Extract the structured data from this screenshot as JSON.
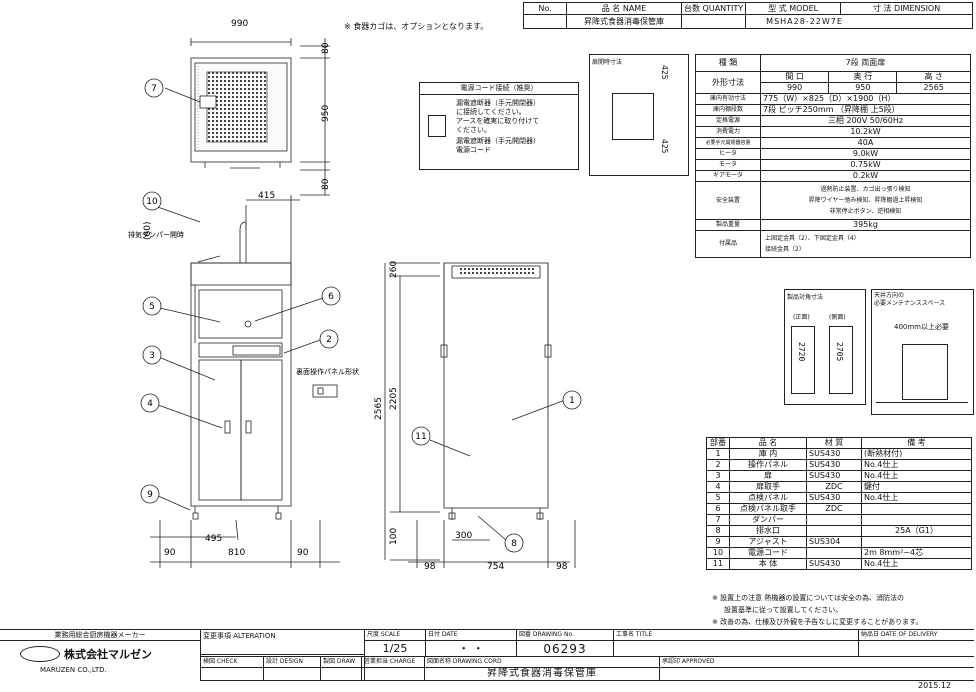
{
  "header": {
    "no_label": "No.",
    "name_label": "品 名 NAME",
    "qty_label": "台数 QUANTITY",
    "model_label": "型 式 MODEL",
    "dimension_label": "寸 法 DIMENSION",
    "product_name": "昇降式食器消毒保管庫",
    "model": "MSHA28-22W7E"
  },
  "option_note": "※ 食器カゴは、オプションとなります。",
  "dims": {
    "top_width": "990",
    "top_depth_a": "80",
    "top_depth_b": "950",
    "top_depth_c": "80",
    "duct_offset": "415",
    "duct_height": "(60)",
    "exhaust_label": "排気ダンパー開時",
    "front_left": "90",
    "front_mid": "810",
    "front_right": "90",
    "front_495": "495",
    "height_total": "2565",
    "height_body": "2205",
    "height_top": "260",
    "height_base": "100",
    "side_300": "300",
    "side_98a": "98",
    "side_754": "754",
    "side_98b": "98"
  },
  "callouts": [
    "7",
    "10",
    "5",
    "6",
    "2",
    "3",
    "4",
    "9",
    "1",
    "11",
    "8"
  ],
  "panel_label": "裏面操作パネル形状",
  "power_box": {
    "title": "電源コード接続（推奨）",
    "line1": "漏電遮断器（手元開閉器）",
    "line2": "に接続してください。",
    "line3": "アースを確実に取り付けて",
    "line4": "ください。",
    "label_breaker": "漏電遮断器（手元開閉器）",
    "label_cord": "電源コード"
  },
  "door_box": {
    "title": "扉開時寸法",
    "d1": "425",
    "d2": "425"
  },
  "spec": {
    "kind_label": "種 類",
    "kind_value": "7段 両面扉",
    "outer_label": "外形寸法",
    "col_w": "間 口",
    "col_d": "奥 行",
    "col_h": "高 さ",
    "val_w": "990",
    "val_d": "950",
    "val_h": "2565",
    "rows": [
      {
        "label": "庫内有効寸法",
        "value": "775（W）×825（D）×1900（H）"
      },
      {
        "label": "庫内棚段数",
        "value": "7段 ピッチ250mm （昇降棚 上5段）"
      },
      {
        "label": "定格電源",
        "value": "三相 200V 50/60Hz"
      },
      {
        "label": "消費電力",
        "value": "10.2kW"
      },
      {
        "label": "必要手元開閉器容量",
        "value": "40A"
      },
      {
        "label": "ヒータ",
        "value": "9.0kW"
      },
      {
        "label": "モータ",
        "value": "0.75kW"
      },
      {
        "label": "ギアモータ",
        "value": "0.2kW"
      }
    ],
    "safety_label": "安全装置",
    "safety_1": "過熱防止装置、カゴ出っ張り検知",
    "safety_2": "昇降ワイヤー弛み検知、昇降棚過上昇検知",
    "safety_3": "非常停止ボタン、逆相検知",
    "weight_label": "製品重量",
    "weight_value": "395kg",
    "acc_label": "付属品",
    "acc_1": "上固定金具（2）、下固定金具（4）",
    "acc_2": "接続金具（2）"
  },
  "tilt_box": {
    "title": "製品対角寸法",
    "front": "(正面)",
    "side": "(側面)",
    "d1": "2720",
    "d2": "2705"
  },
  "maint_box": {
    "title1": "天井方向の",
    "title2": "必要メンテナンススペース",
    "space": "400mm以上必要"
  },
  "parts": {
    "headers": [
      "部番",
      "品 名",
      "材 質",
      "備 考"
    ],
    "rows": [
      [
        "1",
        "庫 内",
        "SUS430",
        "(断熱材付)"
      ],
      [
        "2",
        "操作パネル",
        "SUS430",
        "No.4仕上"
      ],
      [
        "3",
        "扉",
        "SUS430",
        "No.4仕上"
      ],
      [
        "4",
        "扉取手",
        "ZDC",
        "鍵付"
      ],
      [
        "5",
        "点検パネル",
        "SUS430",
        "No.4仕上"
      ],
      [
        "6",
        "点検パネル取手",
        "ZDC",
        ""
      ],
      [
        "7",
        "ダンパー",
        "",
        ""
      ],
      [
        "8",
        "排水口",
        "",
        "25A（G1）"
      ],
      [
        "9",
        "アジャスト",
        "SUS304",
        ""
      ],
      [
        "10",
        "電源コード",
        "",
        "2m 8mm²−4芯"
      ],
      [
        "11",
        "本 体",
        "SUS430",
        "No.4仕上"
      ]
    ]
  },
  "notes": {
    "n1": "※ 設置上の注意 熱機器の設置については安全の為、消防法の",
    "n1b": "設置基準に従って設置してください。",
    "n2": "※ 改善の為、仕様及び外観を予告なしに変更することがあります。"
  },
  "title_block": {
    "maker_caption": "業務用総合厨房機器メーカー",
    "company": "株式会社マルゼン",
    "company_en": "MARUZEN CO.,LTD.",
    "alteration_label": "変更事項 ALTERATION",
    "scale_label": "尺度 SCALE",
    "scale_value": "1/25",
    "date_label": "日付 DATE",
    "date_value": "・ ・",
    "drawing_no_label": "図番 DRAWING No.",
    "drawing_no": "06293",
    "job_label": "工事名 TITLE",
    "delivery_label": "納品日 DATE OF DELIVERY",
    "check_label": "検図 CHECK",
    "design_label": "設計 DESIGN",
    "draw_label": "製図 DRAW",
    "charge_label": "営業担当 CHARGE",
    "cord_label": "図面名称 DRAWING CORD",
    "cord_value": "昇降式食器消毒保管庫",
    "approved_label": "承認印 APPROVED",
    "date_footer": "2015.12"
  }
}
